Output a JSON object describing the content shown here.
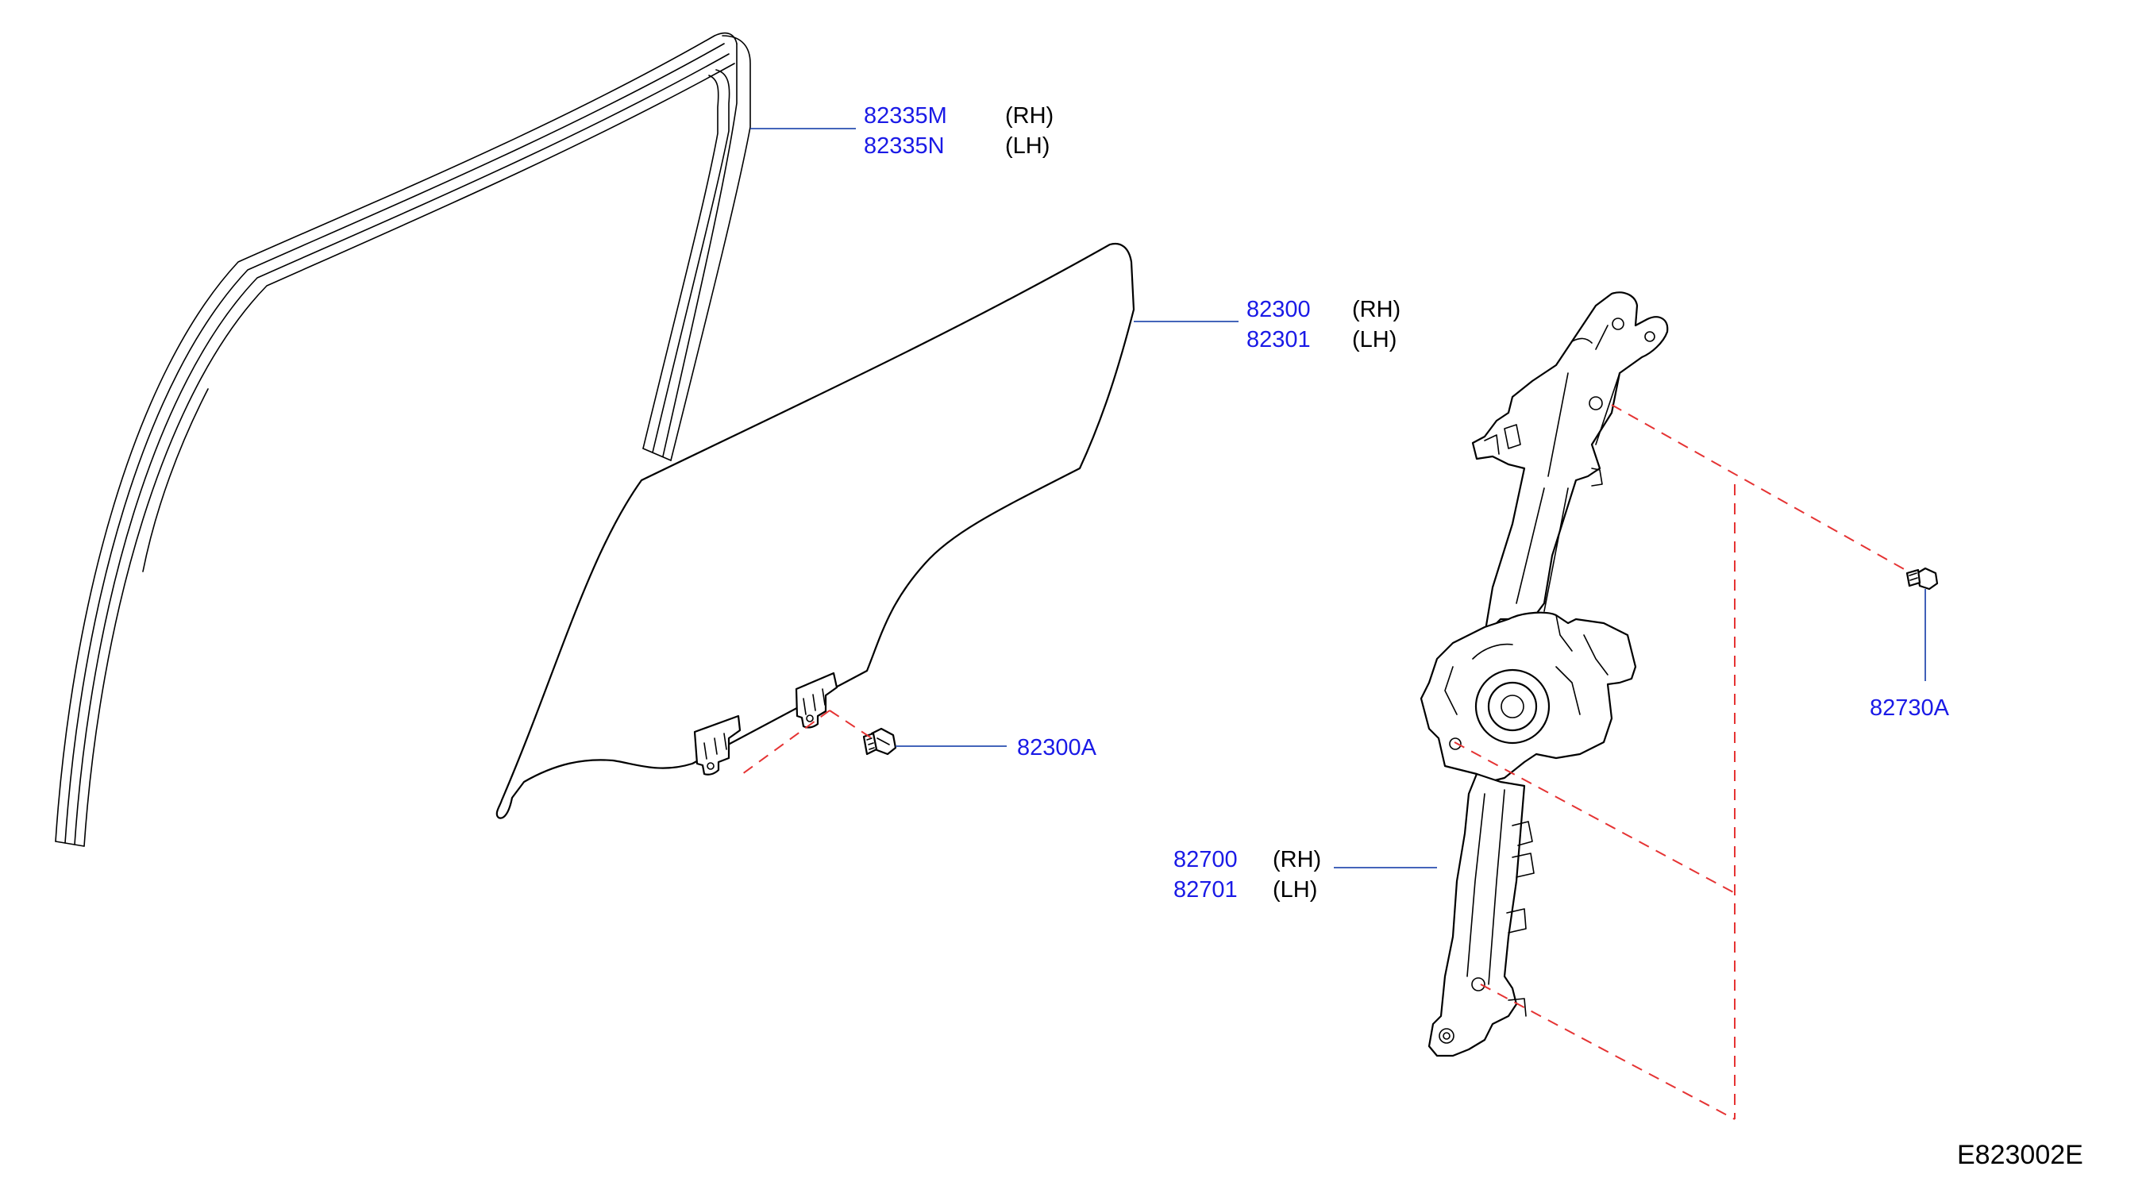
{
  "callouts": {
    "sash": {
      "part_rh": "82335M",
      "side_rh": "(RH)",
      "part_lh": "82335N",
      "side_lh": "(LH)"
    },
    "glass": {
      "part_rh": "82300",
      "side_rh": "(RH)",
      "part_lh": "82301",
      "side_lh": "(LH)"
    },
    "bolt": {
      "part": "82300A"
    },
    "regulator": {
      "part_rh": "82700",
      "side_rh": "(RH)",
      "part_lh": "82701",
      "side_lh": "(LH)"
    },
    "screw": {
      "part": "82730A"
    }
  },
  "diagram_code": "E823002E",
  "colors": {
    "part_number": "#1a1ae6",
    "leader": "#2a4fb0",
    "dashed_leader": "#e53333",
    "outline": "#000000"
  }
}
